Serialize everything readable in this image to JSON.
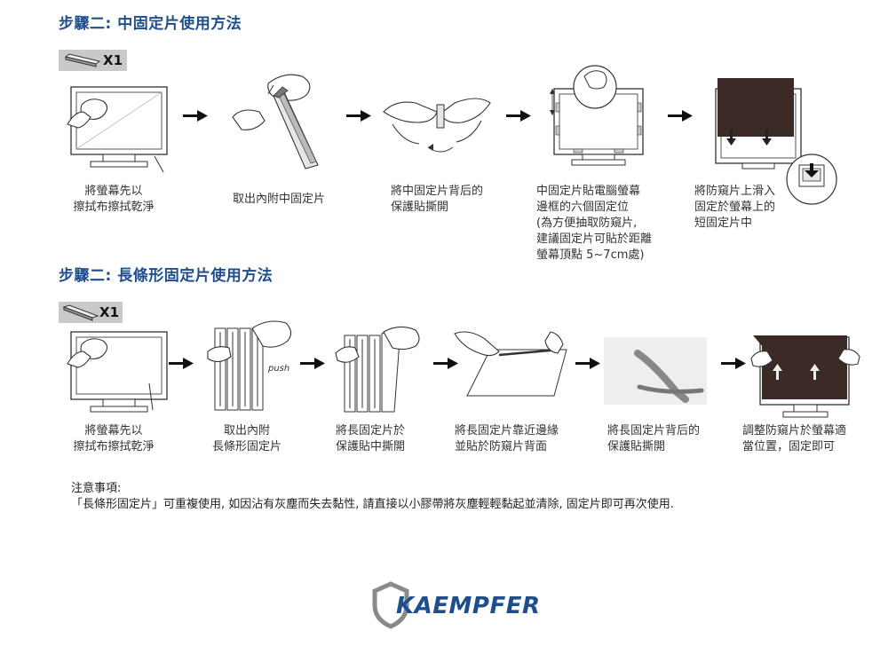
{
  "section1": {
    "title": "步驟二: 中固定片使用方法",
    "badge_qty": "X1",
    "steps": [
      {
        "lines": [
          "將螢幕先以",
          "擦拭布擦拭乾淨"
        ]
      },
      {
        "lines": [
          "取出內附中固定片"
        ]
      },
      {
        "lines": [
          "將中固定片背后的",
          "保護貼撕開"
        ]
      },
      {
        "lines": [
          "中固定片貼電腦螢幕",
          "邊框的六個固定位",
          "(為方便抽取防窺片,",
          "建議固定片可貼於距離",
          "螢幕頂點 5~7cm處)"
        ]
      },
      {
        "lines": [
          "將防窺片上滑入",
          "固定於螢幕上的",
          "短固定片中"
        ]
      }
    ]
  },
  "section2": {
    "title": "步驟二: 長條形固定片使用方法",
    "badge_qty": "X1",
    "push_label": "push",
    "steps": [
      {
        "lines": [
          "將螢幕先以",
          "擦拭布擦拭乾淨"
        ]
      },
      {
        "lines": [
          "取出內附",
          "長條形固定片"
        ]
      },
      {
        "lines": [
          "將長固定片於",
          "保護貼中撕開"
        ]
      },
      {
        "lines": [
          "將長固定片靠近邊緣",
          "並貼於防窺片背面"
        ]
      },
      {
        "lines": [
          "將長固定片背后的",
          "保護貼撕開"
        ]
      },
      {
        "lines": [
          "調整防窺片於螢幕適",
          "當位置，固定即可"
        ]
      }
    ]
  },
  "notes": {
    "title": "注意事項:",
    "text": "「長條形固定片」可重複使用, 如因沾有灰塵而失去黏性, 請直接以小膠帶將灰塵輕輕黏起並清除, 固定片即可再次使用."
  },
  "brand": {
    "name": "KAEMPFER",
    "color": "#1f4e8c"
  },
  "colors": {
    "heading": "#1f4e8c",
    "badge": "#c9c9c9",
    "privacy_film": "#3b2a26"
  }
}
